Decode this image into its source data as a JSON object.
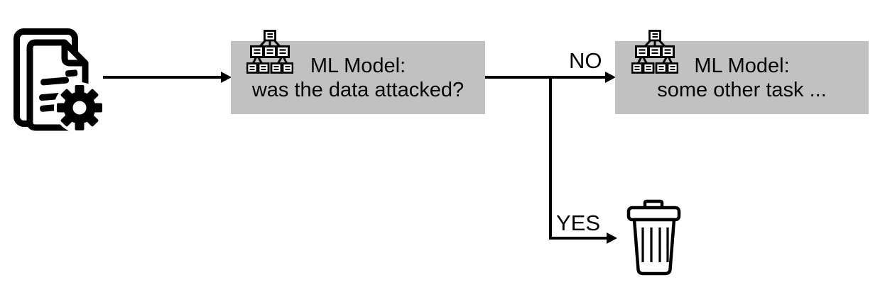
{
  "colors": {
    "background": "#ffffff",
    "box_fill": "#c1c1c1",
    "stroke": "#000000",
    "text": "#000000"
  },
  "source": {
    "icon": "document-gear-icon"
  },
  "detector_box": {
    "icon": "decision-tree-icon",
    "line1": "ML Model:",
    "line2": "was the data attacked?"
  },
  "branch": {
    "no_label": "NO",
    "yes_label": "YES"
  },
  "other_task_box": {
    "icon": "decision-tree-icon",
    "line1": "ML Model:",
    "line2": "some other task ..."
  },
  "discard": {
    "icon": "trash-icon"
  }
}
